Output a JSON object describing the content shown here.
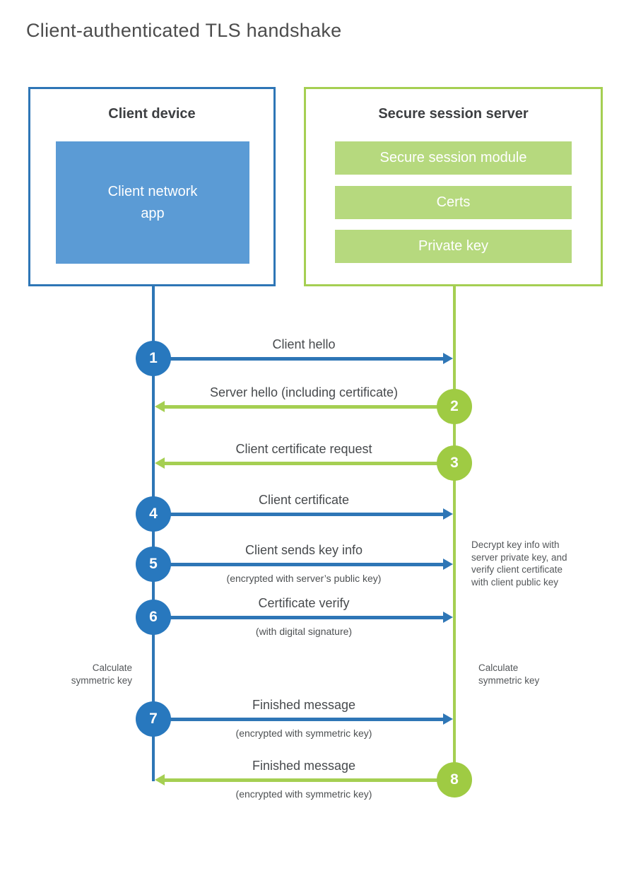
{
  "title": "Client-authenticated TLS handshake",
  "client": {
    "title": "Client device",
    "app_label": "Client network\napp"
  },
  "server": {
    "title": "Secure session server",
    "modules": [
      "Secure session module",
      "Certs",
      "Private key"
    ]
  },
  "arrows": [
    {
      "number": "1",
      "label": "Client hello",
      "direction": "right"
    },
    {
      "number": "2",
      "label": "Server hello (including certificate)",
      "direction": "left"
    },
    {
      "number": "3",
      "label": "Client certificate request",
      "direction": "left"
    },
    {
      "number": "4",
      "label": "Client certificate",
      "direction": "right"
    },
    {
      "number": "5",
      "label": "Client sends key info",
      "sublabel": "(encrypted with server’s public key)",
      "direction": "right"
    },
    {
      "number": "6",
      "label": "Certificate verify",
      "sublabel": "(with digital signature)",
      "direction": "right"
    },
    {
      "number": "7",
      "label": "Finished message",
      "sublabel": "(encrypted with symmetric key)",
      "direction": "right"
    },
    {
      "number": "8",
      "label": "Finished message",
      "sublabel": "(encrypted with symmetric key)",
      "direction": "left"
    }
  ],
  "notes": {
    "decrypt": "Decrypt key info with\nserver private key, and\nverify client certificate\nwith client public key",
    "calc_left": "Calculate\nsymmetric key",
    "calc_right": "Calculate\nsymmetric key"
  },
  "colors": {
    "blue": "#2e76b6",
    "blue_light": "#5b9bd5",
    "green": "#a5cf52",
    "green_light": "#b6d97e"
  }
}
